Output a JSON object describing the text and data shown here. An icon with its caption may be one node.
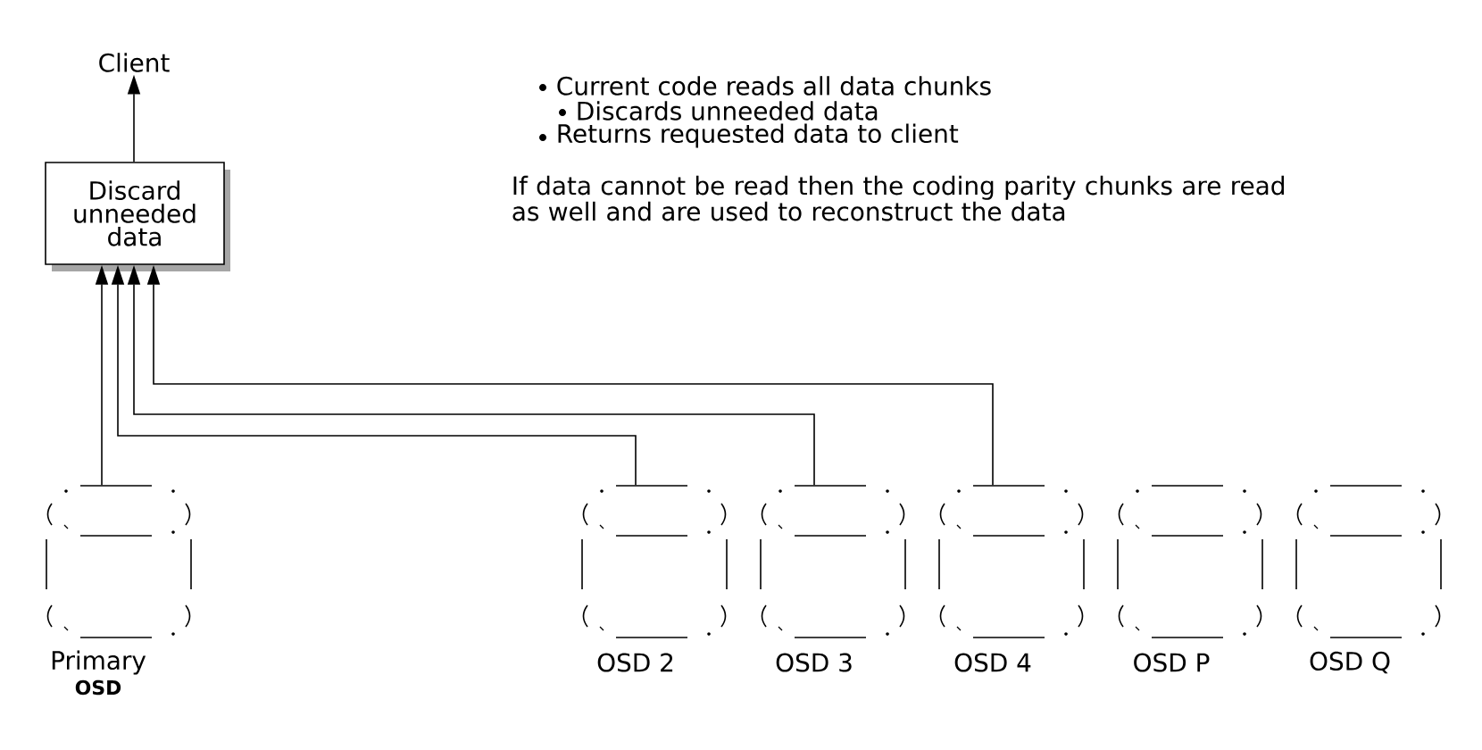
{
  "diagram": {
    "nodes": [
      {
        "text": [
          "Client"
        ]
      },
      {
        "text": [
          "Discard unneeded data"
        ]
      },
      {
        "text": [
          "Primary",
          "OSD"
        ]
      },
      {
        "text": [
          "OSD 2"
        ]
      },
      {
        "text": [
          "OSD 3"
        ]
      },
      {
        "text": [
          "OSD 4"
        ]
      },
      {
        "text": [
          "OSD P"
        ]
      },
      {
        "text": [
          "OSD Q"
        ]
      }
    ],
    "edges": [
      {
        "from": 1,
        "to": 0,
        "arrow": "to"
      },
      {
        "from": 2,
        "to": 1,
        "arrow": "to"
      },
      {
        "from": 3,
        "to": 1,
        "arrow": "to"
      },
      {
        "from": 4,
        "to": 1,
        "arrow": "to"
      },
      {
        "from": 5,
        "to": 1,
        "arrow": "to"
      }
    ],
    "labels": [
      "Current code reads all data chunks",
      "Discards unneeded data",
      "Returns requested data to client",
      "If data cannot be read then the coding parity chunks are read as well and are used to reconstruct the data"
    ]
  }
}
